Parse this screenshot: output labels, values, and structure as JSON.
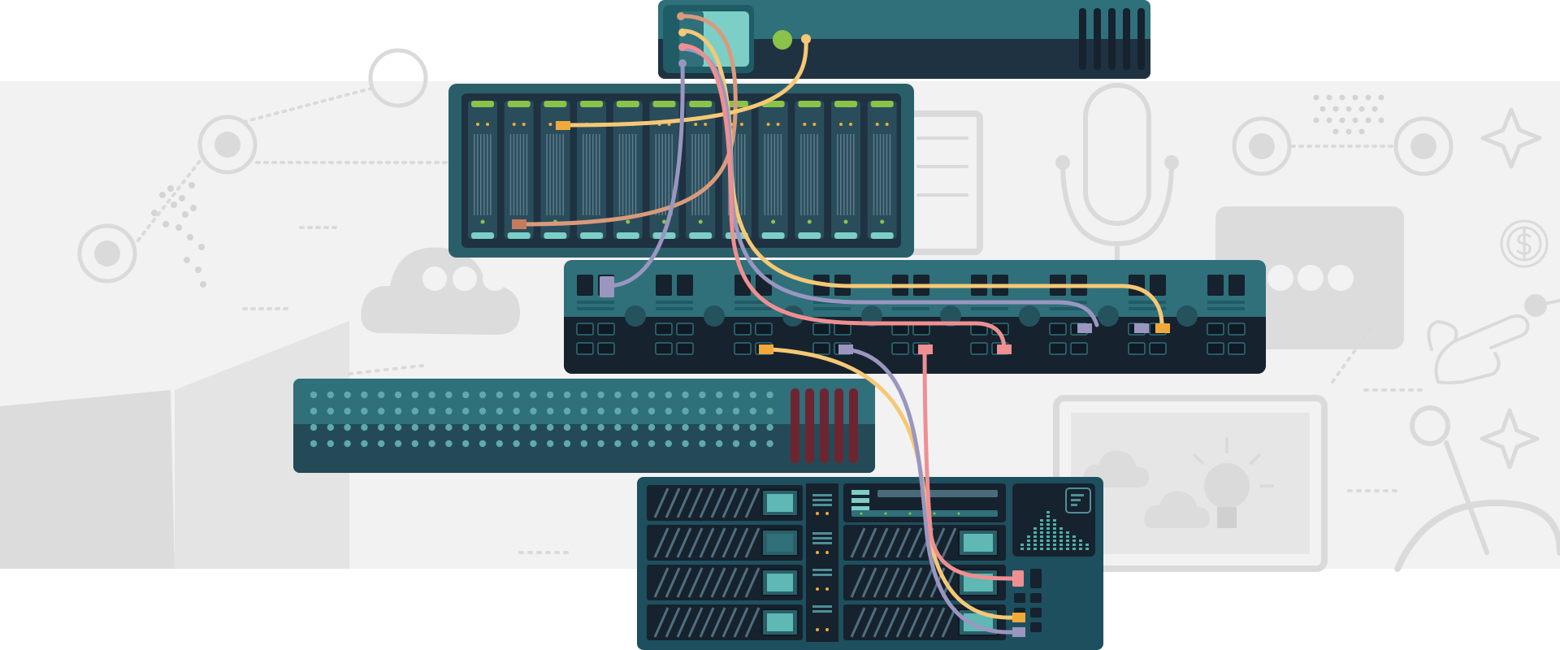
{
  "illustration": {
    "subject": "server-rack-network-cabling",
    "colors": {
      "page_bg": "#ffffff",
      "band_bg": "#f2f2f2",
      "band_line": "#d6d6d6",
      "teal_light": "#2f707a",
      "teal_mid": "#2a5f69",
      "navy": "#1f3241",
      "navy_dark": "#16222e",
      "screen_teal": "#7ccfc7",
      "drive_green": "#8bc34a",
      "status_green": "#8bc34a",
      "cable_peach": "#e9b48d",
      "cable_yellow": "#f6c876",
      "cable_pink": "#ef8f92",
      "cable_purple": "#9a96c0",
      "connector_orange": "#f0a93a",
      "vent_red": "#6e2532",
      "dot_teal": "#5fa9ab"
    },
    "background_icons": [
      "network-node-icon",
      "cloud-icon",
      "speech-bubble-icon",
      "microphone-icon",
      "sparkle-icon",
      "dollar-coin-icon",
      "pointing-hand-icon",
      "lightbulb-icon",
      "laptop-icon",
      "open-book-icon",
      "chart-card-icon"
    ],
    "units": [
      "top-router-unit",
      "drive-array-unit",
      "network-switch-unit",
      "patch-panel-unit",
      "blade-server-unit"
    ]
  }
}
